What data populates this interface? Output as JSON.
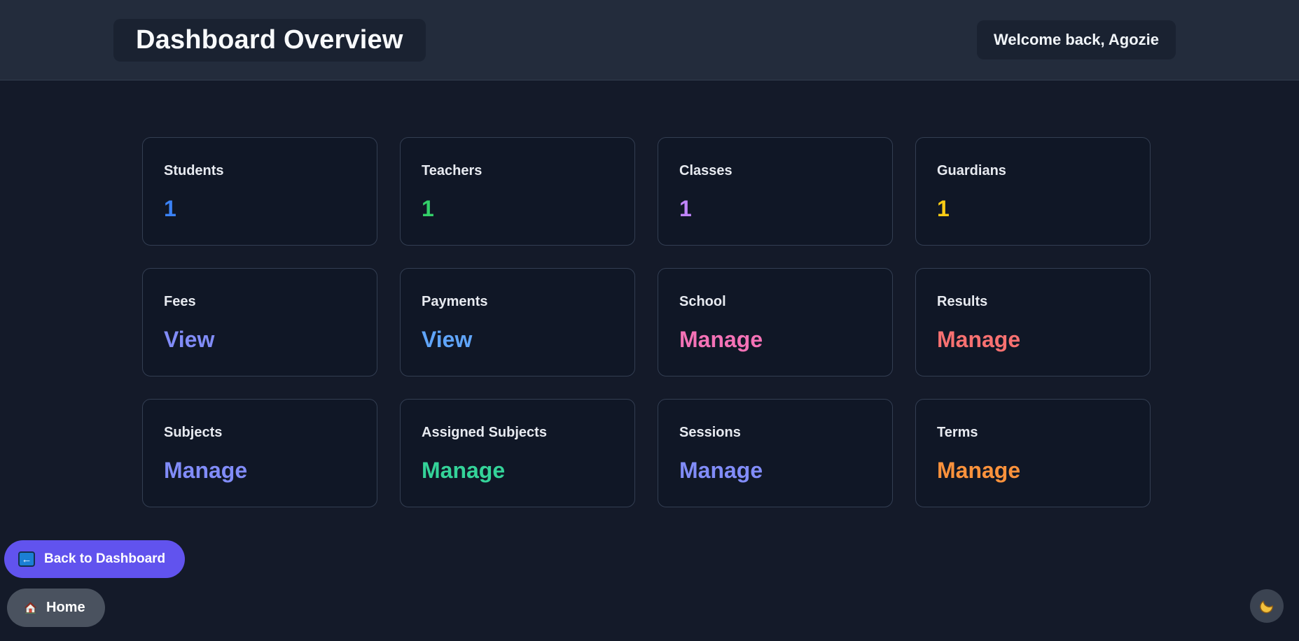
{
  "header": {
    "title": "Dashboard Overview",
    "welcome": "Welcome back, Agozie"
  },
  "cards": [
    {
      "label": "Students",
      "value": "1",
      "color": "#3b82f6",
      "type": "stat"
    },
    {
      "label": "Teachers",
      "value": "1",
      "color": "#33d069",
      "type": "stat"
    },
    {
      "label": "Classes",
      "value": "1",
      "color": "#c084fc",
      "type": "stat"
    },
    {
      "label": "Guardians",
      "value": "1",
      "color": "#facc15",
      "type": "stat"
    },
    {
      "label": "Fees",
      "value": "View",
      "color": "#818cf8",
      "type": "action"
    },
    {
      "label": "Payments",
      "value": "View",
      "color": "#60a5fa",
      "type": "action"
    },
    {
      "label": "School",
      "value": "Manage",
      "color": "#f472b6",
      "type": "action"
    },
    {
      "label": "Results",
      "value": "Manage",
      "color": "#f87171",
      "type": "action"
    },
    {
      "label": "Subjects",
      "value": "Manage",
      "color": "#818cf8",
      "type": "action"
    },
    {
      "label": "Assigned Subjects",
      "value": "Manage",
      "color": "#34d399",
      "type": "action"
    },
    {
      "label": "Sessions",
      "value": "Manage",
      "color": "#818cf8",
      "type": "action"
    },
    {
      "label": "Terms",
      "value": "Manage",
      "color": "#fb923c",
      "type": "action"
    }
  ],
  "buttons": {
    "back": {
      "label": "Back to Dashboard",
      "icon": "left-arrow-icon",
      "icon_glyph": "←"
    },
    "home": {
      "label": "Home",
      "icon": "house-icon"
    }
  },
  "theme_toggle": {
    "icon": "moon-icon"
  },
  "colors": {
    "body_bg": "#141a29",
    "header_bg": "#232c3c",
    "panel_bg": "#1a2231",
    "card_bg": "#101726",
    "card_border": "#333e52",
    "accent_purple": "#6153ee",
    "home_gray": "#4a525f"
  }
}
